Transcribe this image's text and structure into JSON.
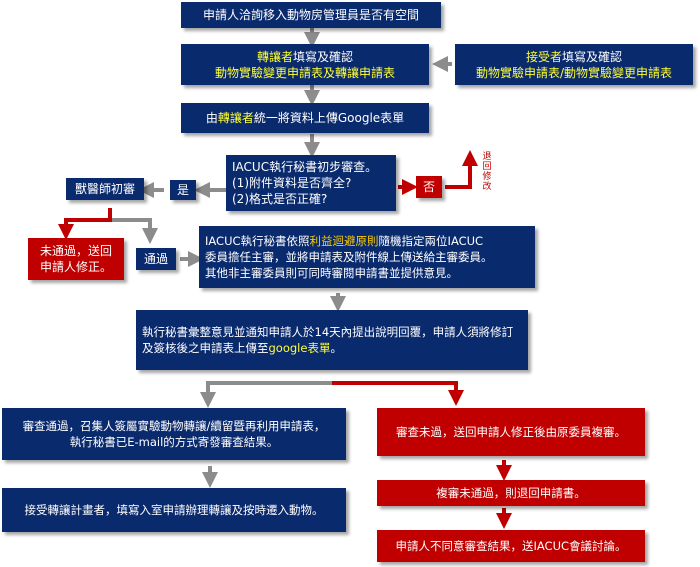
{
  "steps": {
    "s1": "申請人洽詢移入動物房管理員是否有空間",
    "s2": {
      "a_role": "轉讓者",
      "a_rest": "填寫及確認",
      "a_form": "動物實驗變更申請表及轉讓申請表",
      "b_role": "接受者",
      "b_rest": "填寫及確認",
      "b_form": "動物實驗申請表/動物實驗變更申請表"
    },
    "s3": {
      "pre": "由",
      "role": "轉讓者",
      "post": "統一將資料上傳Google表單"
    },
    "s4": {
      "line1": "IACUC執行秘書初步審查。",
      "line2": "(1)附件資料是否齊全?",
      "line3": "(2)格式是否正確?"
    },
    "yes_label": "是",
    "no_label": "否",
    "return_label": "退回修改",
    "vet": "獸醫師初審",
    "vet_fail": {
      "line1": "未通過，送回",
      "line2": "申請人修正。"
    },
    "pass_label": "通過",
    "assign": {
      "p1": "IACUC執行秘書依照",
      "highlight": "利益迴避原則",
      "p2": "隨機指定兩位IACUC",
      "line2": "委員擔任主審，並將申請表及附件線上傳送給主審委員。",
      "line3": "其他非主審委員則可同時審閱申請書並提供意見。"
    },
    "collect": {
      "line1": "執行秘書彙整意見並通知申請人於14天內提出說明回覆，申請人須將修訂",
      "line2_pre": "及簽核後之申請表上傳至",
      "line2_hl": "google表單",
      "line2_post": "。"
    },
    "approved": {
      "line1": "審查通過，召集人簽屬實驗動物轉讓/續留暨再利用申請表，",
      "line2": "執行秘書已E-mail的方式寄發審查結果。"
    },
    "transfer": "接受轉讓計畫者，填寫入室申請辦理轉讓及按時遷入動物。",
    "rejected": "審查未過，送回申請人修正後由原委員複審。",
    "re_rejected": "複審未通過，則退回申請書。",
    "appeal": "申請人不同意審查結果，送IACUC會議討論。"
  },
  "colors": {
    "box": "#0a2a6e",
    "alert": "#c00000",
    "arrow": "#8c8c8c",
    "highlight": "#ffff33"
  }
}
